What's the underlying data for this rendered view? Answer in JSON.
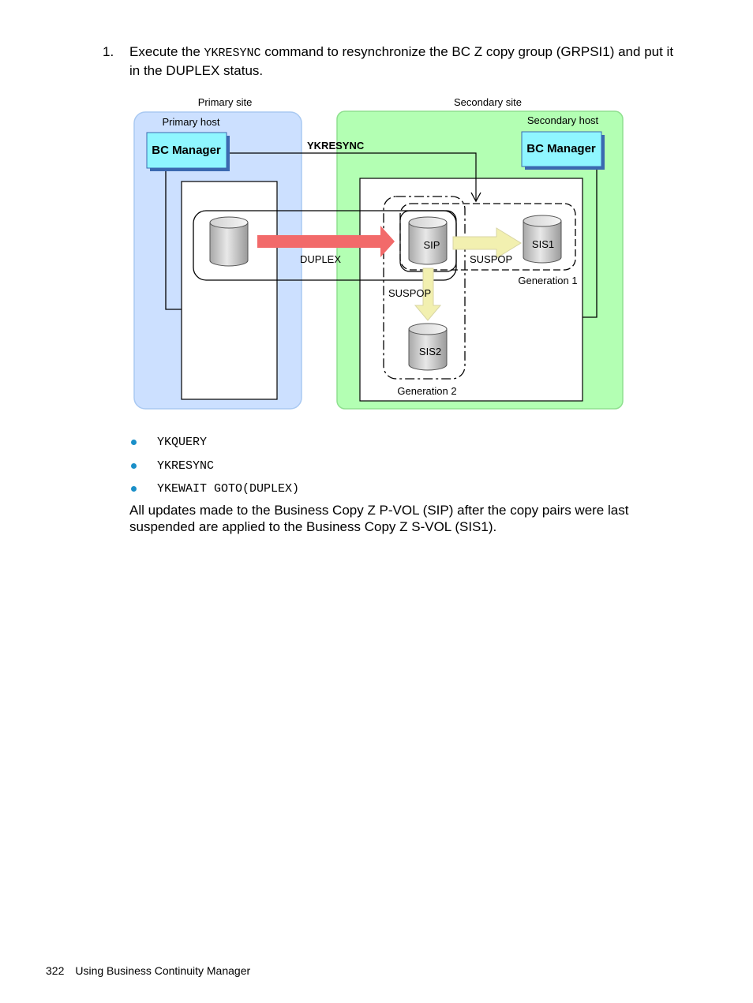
{
  "step": {
    "number": "1.",
    "text_before": "Execute the ",
    "command": "YKRESYNC",
    "text_after": " command to resynchronize the BC Z copy group (GRPSI1) and put it in the DUPLEX status."
  },
  "diagram": {
    "primary_site": "Primary site",
    "secondary_site": "Secondary site",
    "primary_host": "Primary host",
    "secondary_host": "Secondary host",
    "bc_manager": "BC Manager",
    "command_label": "YKRESYNC",
    "duplex_label": "DUPLEX",
    "suspop_label": "SUSPOP",
    "volume_sip": "SIP",
    "volume_sis1": "SIS1",
    "volume_sis2": "SIS2",
    "generation_1": "Generation 1",
    "generation_2": "Generation 2",
    "colors": {
      "primary_site_bg": "#cce0ff",
      "secondary_site_bg": "#b3ffb3",
      "bc_manager_bg": "#8ff6ff",
      "duplex_arrow": "#f26a6a",
      "suspop_arrow": "#f2f0b0",
      "bullet": "#1a8fc8"
    }
  },
  "bullets": [
    "YKQUERY",
    "YKRESYNC",
    "YKEWAIT GOTO(DUPLEX)"
  ],
  "paragraph": "All updates made to the Business Copy Z P-VOL (SIP) after the copy pairs were last suspended are applied to the Business Copy Z S-VOL (SIS1).",
  "footer": {
    "page_number": "322",
    "title": "Using Business Continuity Manager"
  }
}
